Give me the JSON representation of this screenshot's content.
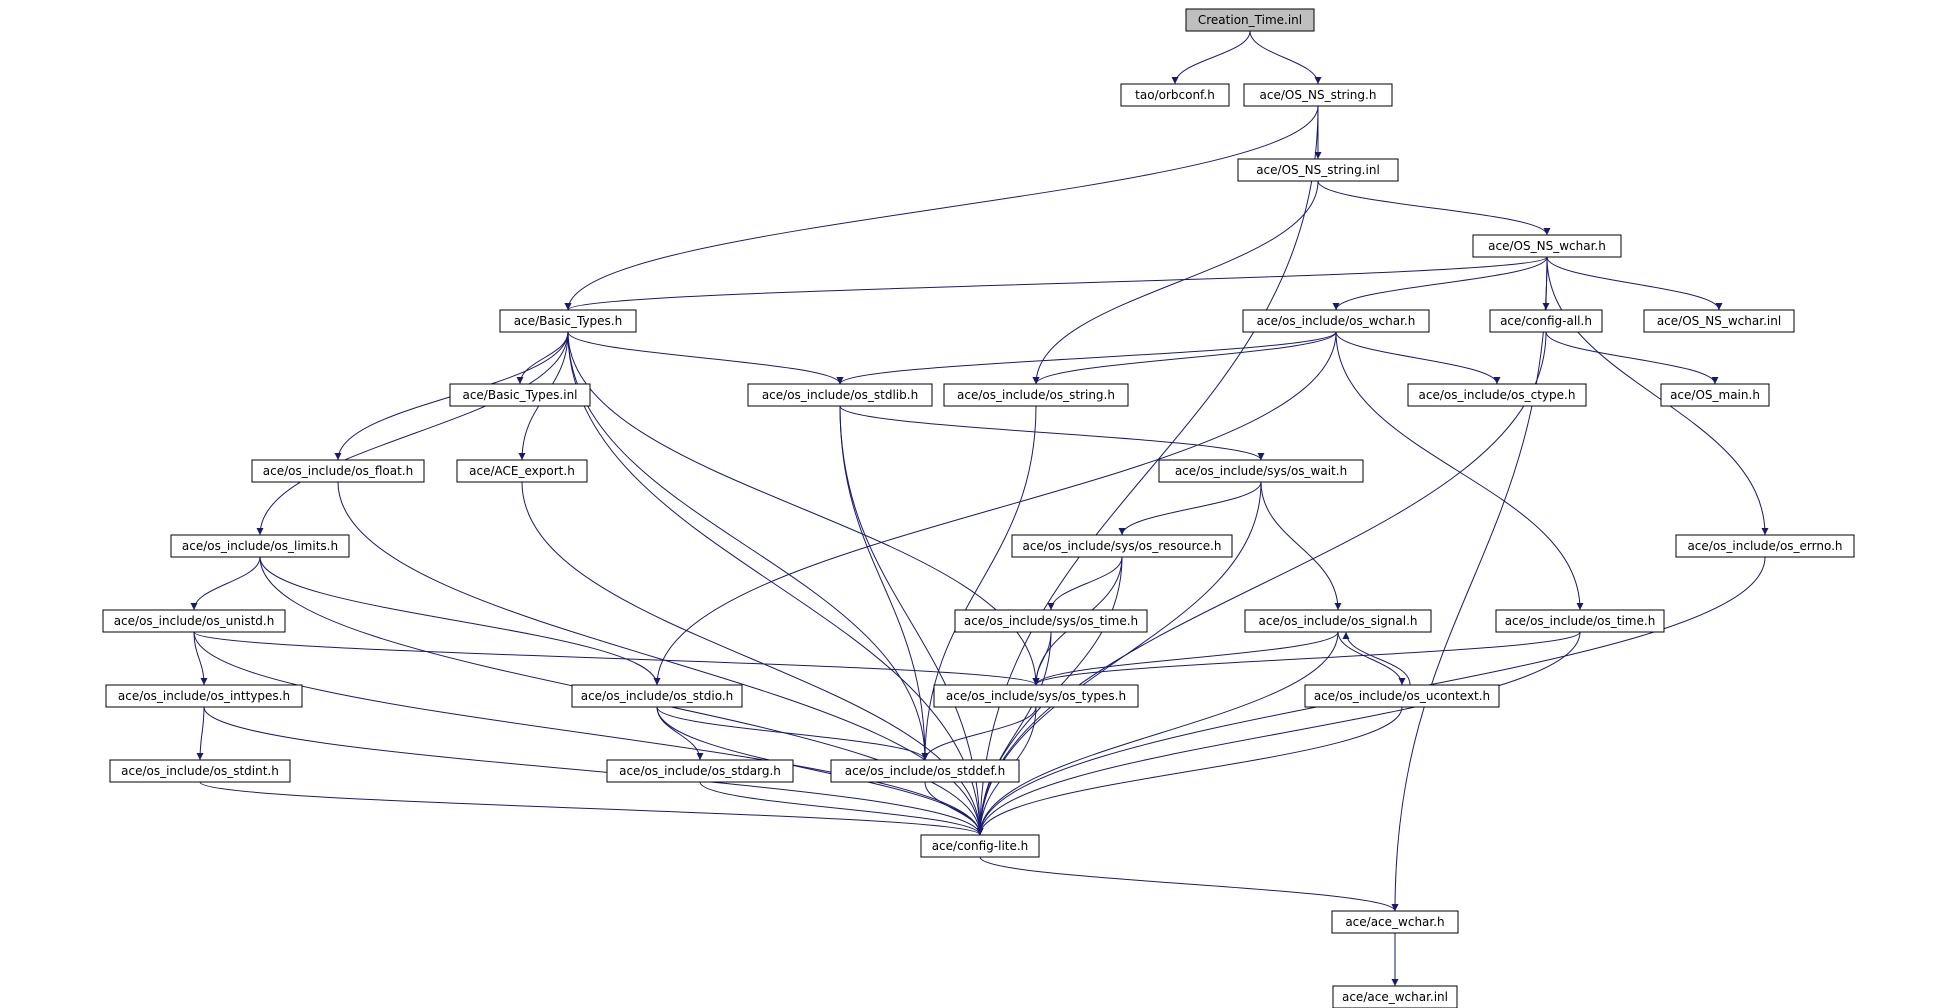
{
  "colors": {
    "edge": "#191970",
    "node_border": "#000000",
    "node_fill": "#ffffff",
    "root_fill": "#bfbfbf"
  },
  "nodes": [
    {
      "id": "creation_time_inl",
      "label": "Creation_Time.inl",
      "root": true
    },
    {
      "id": "tao_orbconf_h",
      "label": "tao/orbconf.h"
    },
    {
      "id": "os_ns_string_h",
      "label": "ace/OS_NS_string.h"
    },
    {
      "id": "os_ns_string_inl",
      "label": "ace/OS_NS_string.inl"
    },
    {
      "id": "os_ns_wchar_h",
      "label": "ace/OS_NS_wchar.h"
    },
    {
      "id": "basic_types_h",
      "label": "ace/Basic_Types.h"
    },
    {
      "id": "os_include_os_wchar_h",
      "label": "ace/os_include/os_wchar.h"
    },
    {
      "id": "config_all_h",
      "label": "ace/config-all.h"
    },
    {
      "id": "os_ns_wchar_inl",
      "label": "ace/OS_NS_wchar.inl"
    },
    {
      "id": "basic_types_inl",
      "label": "ace/Basic_Types.inl"
    },
    {
      "id": "os_stdlib_h",
      "label": "ace/os_include/os_stdlib.h"
    },
    {
      "id": "os_string_h",
      "label": "ace/os_include/os_string.h"
    },
    {
      "id": "os_ctype_h",
      "label": "ace/os_include/os_ctype.h"
    },
    {
      "id": "os_main_h",
      "label": "ace/OS_main.h"
    },
    {
      "id": "os_float_h",
      "label": "ace/os_include/os_float.h"
    },
    {
      "id": "ace_export_h",
      "label": "ace/ACE_export.h"
    },
    {
      "id": "sys_os_wait_h",
      "label": "ace/os_include/sys/os_wait.h"
    },
    {
      "id": "os_limits_h",
      "label": "ace/os_include/os_limits.h"
    },
    {
      "id": "sys_os_resource_h",
      "label": "ace/os_include/sys/os_resource.h"
    },
    {
      "id": "os_errno_h",
      "label": "ace/os_include/os_errno.h"
    },
    {
      "id": "os_unistd_h",
      "label": "ace/os_include/os_unistd.h"
    },
    {
      "id": "sys_os_time_h",
      "label": "ace/os_include/sys/os_time.h"
    },
    {
      "id": "os_signal_h",
      "label": "ace/os_include/os_signal.h"
    },
    {
      "id": "os_time_h",
      "label": "ace/os_include/os_time.h"
    },
    {
      "id": "os_inttypes_h",
      "label": "ace/os_include/os_inttypes.h"
    },
    {
      "id": "os_stdio_h",
      "label": "ace/os_include/os_stdio.h"
    },
    {
      "id": "sys_os_types_h",
      "label": "ace/os_include/sys/os_types.h"
    },
    {
      "id": "os_ucontext_h",
      "label": "ace/os_include/os_ucontext.h"
    },
    {
      "id": "os_stdint_h",
      "label": "ace/os_include/os_stdint.h"
    },
    {
      "id": "os_stdarg_h",
      "label": "ace/os_include/os_stdarg.h"
    },
    {
      "id": "os_stddef_h",
      "label": "ace/os_include/os_stddef.h"
    },
    {
      "id": "config_lite_h",
      "label": "ace/config-lite.h"
    },
    {
      "id": "ace_wchar_h",
      "label": "ace/ace_wchar.h"
    },
    {
      "id": "ace_wchar_inl",
      "label": "ace/ace_wchar.inl"
    }
  ],
  "edges": [
    [
      "creation_time_inl",
      "tao_orbconf_h"
    ],
    [
      "creation_time_inl",
      "os_ns_string_h"
    ],
    [
      "os_ns_string_h",
      "os_ns_string_inl"
    ],
    [
      "os_ns_string_h",
      "basic_types_h"
    ],
    [
      "os_ns_string_h",
      "config_lite_h"
    ],
    [
      "os_ns_string_inl",
      "os_ns_wchar_h"
    ],
    [
      "os_ns_string_inl",
      "os_string_h"
    ],
    [
      "os_ns_wchar_h",
      "basic_types_h"
    ],
    [
      "os_ns_wchar_h",
      "os_include_os_wchar_h"
    ],
    [
      "os_ns_wchar_h",
      "config_all_h"
    ],
    [
      "os_ns_wchar_h",
      "os_ns_wchar_inl"
    ],
    [
      "os_ns_wchar_h",
      "os_errno_h"
    ],
    [
      "os_ns_wchar_h",
      "ace_wchar_h"
    ],
    [
      "basic_types_h",
      "basic_types_inl"
    ],
    [
      "basic_types_h",
      "os_stdlib_h"
    ],
    [
      "basic_types_h",
      "os_float_h"
    ],
    [
      "basic_types_h",
      "ace_export_h"
    ],
    [
      "basic_types_h",
      "os_limits_h"
    ],
    [
      "basic_types_h",
      "sys_os_types_h"
    ],
    [
      "basic_types_h",
      "os_stddef_h"
    ],
    [
      "basic_types_h",
      "config_lite_h"
    ],
    [
      "os_include_os_wchar_h",
      "os_stdlib_h"
    ],
    [
      "os_include_os_wchar_h",
      "os_string_h"
    ],
    [
      "os_include_os_wchar_h",
      "os_ctype_h"
    ],
    [
      "os_include_os_wchar_h",
      "os_stdio_h"
    ],
    [
      "os_include_os_wchar_h",
      "os_time_h"
    ],
    [
      "config_all_h",
      "os_main_h"
    ],
    [
      "config_all_h",
      "config_lite_h"
    ],
    [
      "os_stdlib_h",
      "sys_os_wait_h"
    ],
    [
      "os_stdlib_h",
      "os_stddef_h"
    ],
    [
      "os_stdlib_h",
      "config_lite_h"
    ],
    [
      "os_string_h",
      "os_stddef_h"
    ],
    [
      "os_float_h",
      "config_lite_h"
    ],
    [
      "ace_export_h",
      "config_lite_h"
    ],
    [
      "sys_os_wait_h",
      "sys_os_resource_h"
    ],
    [
      "sys_os_wait_h",
      "os_signal_h"
    ],
    [
      "sys_os_wait_h",
      "config_lite_h"
    ],
    [
      "os_limits_h",
      "os_unistd_h"
    ],
    [
      "os_limits_h",
      "os_stdio_h"
    ],
    [
      "os_limits_h",
      "config_lite_h"
    ],
    [
      "sys_os_resource_h",
      "sys_os_time_h"
    ],
    [
      "sys_os_resource_h",
      "sys_os_types_h"
    ],
    [
      "sys_os_resource_h",
      "config_lite_h"
    ],
    [
      "os_errno_h",
      "config_lite_h"
    ],
    [
      "os_unistd_h",
      "os_inttypes_h"
    ],
    [
      "os_unistd_h",
      "sys_os_types_h"
    ],
    [
      "os_unistd_h",
      "config_lite_h"
    ],
    [
      "sys_os_time_h",
      "sys_os_types_h"
    ],
    [
      "sys_os_time_h",
      "config_lite_h"
    ],
    [
      "os_signal_h",
      "sys_os_types_h"
    ],
    [
      "os_signal_h",
      "os_ucontext_h"
    ],
    [
      "os_signal_h",
      "config_lite_h"
    ],
    [
      "os_time_h",
      "sys_os_types_h"
    ],
    [
      "os_time_h",
      "config_lite_h"
    ],
    [
      "os_inttypes_h",
      "os_stdint_h"
    ],
    [
      "os_inttypes_h",
      "config_lite_h"
    ],
    [
      "os_stdio_h",
      "os_stdarg_h"
    ],
    [
      "os_stdio_h",
      "os_stddef_h"
    ],
    [
      "os_stdio_h",
      "config_lite_h"
    ],
    [
      "sys_os_types_h",
      "os_stddef_h"
    ],
    [
      "sys_os_types_h",
      "config_lite_h"
    ],
    [
      "os_ucontext_h",
      "os_signal_h"
    ],
    [
      "os_ucontext_h",
      "config_lite_h"
    ],
    [
      "os_stdint_h",
      "config_lite_h"
    ],
    [
      "os_stdarg_h",
      "config_lite_h"
    ],
    [
      "os_stddef_h",
      "config_lite_h"
    ],
    [
      "config_lite_h",
      "ace_wchar_h"
    ],
    [
      "ace_wchar_h",
      "ace_wchar_inl"
    ]
  ]
}
